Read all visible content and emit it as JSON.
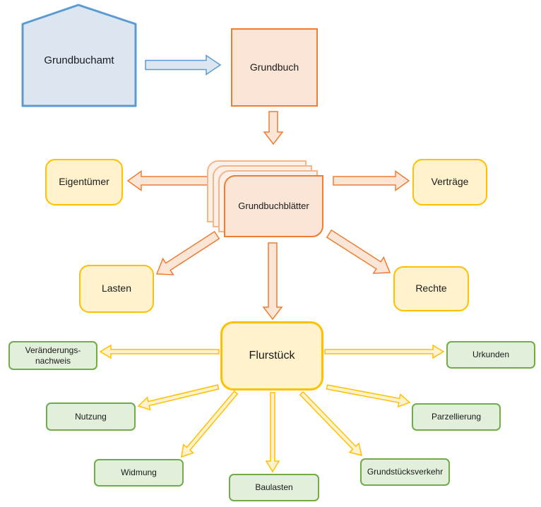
{
  "diagram": {
    "nodes": {
      "grundbuchamt": {
        "label": "Grundbuchamt"
      },
      "grundbuch": {
        "label": "Grundbuch"
      },
      "grundbuchblaetter": {
        "label": "Grundbuchblätter"
      },
      "eigentuemer": {
        "label": "Eigentümer"
      },
      "vertraege": {
        "label": "Verträge"
      },
      "lasten": {
        "label": "Lasten"
      },
      "rechte": {
        "label": "Rechte"
      },
      "flurstueck": {
        "label": "Flurstück"
      },
      "veraenderungsnachweis": {
        "label_line1": "Veränderungs-",
        "label_line2": "nachweis"
      },
      "urkunden": {
        "label": "Urkunden"
      },
      "nutzung": {
        "label": "Nutzung"
      },
      "parzellierung": {
        "label": "Parzellierung"
      },
      "widmung": {
        "label": "Widmung"
      },
      "grundstuecksverkehr": {
        "label": "Grundstücksverkehr"
      },
      "baulasten": {
        "label": "Baulasten"
      }
    },
    "edges": [
      {
        "from": "grundbuchamt",
        "to": "grundbuch",
        "color": "blue"
      },
      {
        "from": "grundbuch",
        "to": "grundbuchblaetter",
        "color": "orange"
      },
      {
        "from": "grundbuchblaetter",
        "to": "eigentuemer",
        "color": "orange"
      },
      {
        "from": "grundbuchblaetter",
        "to": "vertraege",
        "color": "orange"
      },
      {
        "from": "grundbuchblaetter",
        "to": "lasten",
        "color": "orange"
      },
      {
        "from": "grundbuchblaetter",
        "to": "rechte",
        "color": "orange"
      },
      {
        "from": "grundbuchblaetter",
        "to": "flurstueck",
        "color": "orange"
      },
      {
        "from": "flurstueck",
        "to": "veraenderungsnachweis",
        "color": "yellow"
      },
      {
        "from": "flurstueck",
        "to": "urkunden",
        "color": "yellow"
      },
      {
        "from": "flurstueck",
        "to": "nutzung",
        "color": "yellow"
      },
      {
        "from": "flurstueck",
        "to": "widmung",
        "color": "yellow"
      },
      {
        "from": "flurstueck",
        "to": "baulasten",
        "color": "yellow"
      },
      {
        "from": "flurstueck",
        "to": "grundstuecksverkehr",
        "color": "yellow"
      },
      {
        "from": "flurstueck",
        "to": "parzellierung",
        "color": "yellow"
      }
    ],
    "colors": {
      "blue-border": "#5b9bd5",
      "blue-fill": "#dbe6f1",
      "orange-border": "#ed7d31",
      "orange-fill": "#fbe5d6",
      "orange-back-border": "#f3b689",
      "orange-back-fill": "#fcf0e8",
      "gold-border": "#ffc000",
      "gold-fill": "#fff2cc",
      "green-border": "#70ad47",
      "green-fill": "#e2efda",
      "text": "#1a1a1a",
      "canvas": "#ffffff"
    }
  }
}
